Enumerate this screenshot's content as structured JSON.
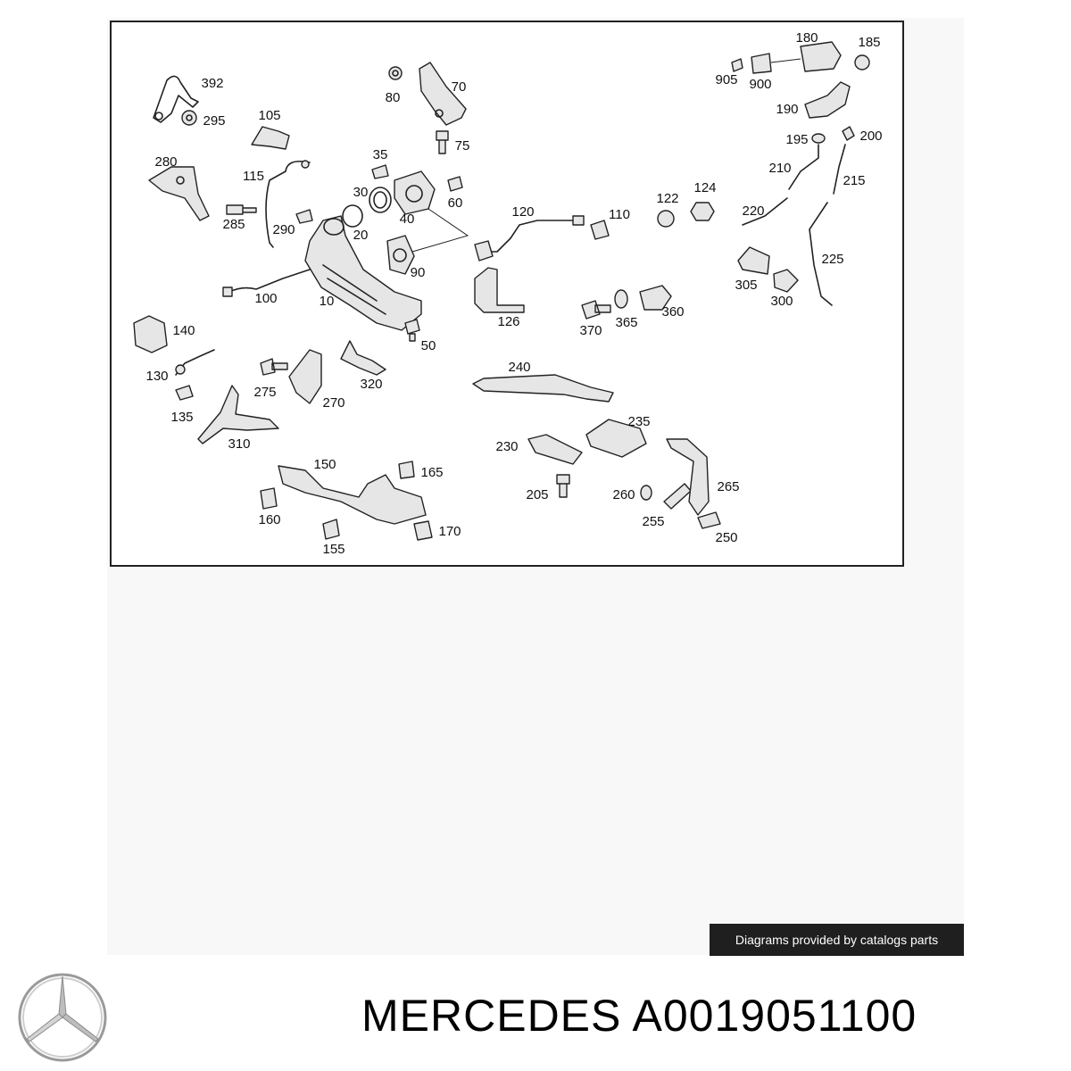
{
  "diagram": {
    "labels": [
      "392",
      "295",
      "105",
      "115",
      "280",
      "285",
      "290",
      "80",
      "70",
      "75",
      "35",
      "30",
      "20",
      "40",
      "60",
      "90",
      "10",
      "100",
      "50",
      "140",
      "130",
      "135",
      "275",
      "270",
      "310",
      "320",
      "120",
      "110",
      "126",
      "122",
      "124",
      "370",
      "365",
      "360",
      "180",
      "185",
      "905",
      "900",
      "190",
      "195",
      "200",
      "210",
      "215",
      "220",
      "225",
      "305",
      "300",
      "240",
      "235",
      "230",
      "205",
      "260",
      "255",
      "265",
      "250",
      "150",
      "165",
      "160",
      "155",
      "170"
    ]
  },
  "credit_text": "Diagrams provided by catalogs parts",
  "title": "MERCEDES A0019051100",
  "logo": "mercedes-star-logo"
}
